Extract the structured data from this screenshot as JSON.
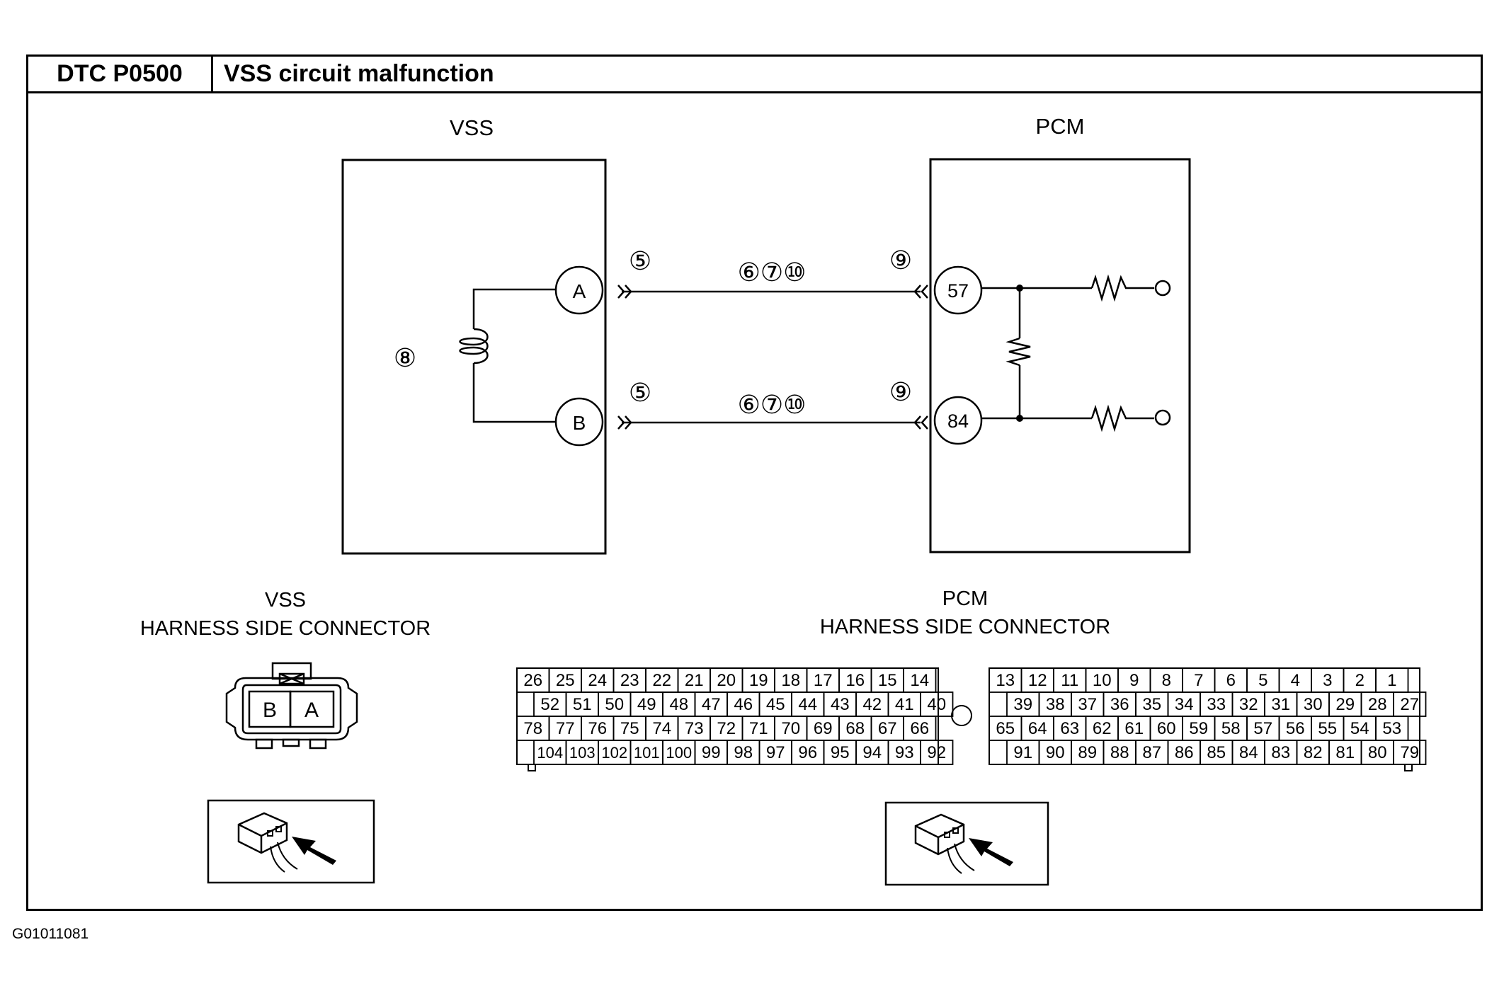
{
  "header": {
    "dtc": "DTC P0500",
    "title": "VSS circuit malfunction"
  },
  "schematic": {
    "vss_title": "VSS",
    "pcm_title": "PCM",
    "coil_ref": "⑧",
    "vss_pins": [
      "A",
      "B"
    ],
    "pcm_pins": [
      "57",
      "84"
    ],
    "wire_refs": {
      "vss_side": "⑤",
      "middle": "⑥⑦⑩",
      "pcm_side": "⑨"
    }
  },
  "vss_connector": {
    "title_line1": "VSS",
    "title_line2": "HARNESS SIDE CONNECTOR",
    "pins": [
      "B",
      "A"
    ]
  },
  "pcm_connector": {
    "title_line1": "PCM",
    "title_line2": "HARNESS SIDE CONNECTOR",
    "rows": [
      {
        "left": [
          "26",
          "25",
          "24",
          "23",
          "22",
          "21",
          "20",
          "19",
          "18",
          "17",
          "16",
          "15",
          "14"
        ],
        "right": [
          "13",
          "12",
          "11",
          "10",
          "9",
          "8",
          "7",
          "6",
          "5",
          "4",
          "3",
          "2",
          "1"
        ]
      },
      {
        "left": [
          "52",
          "51",
          "50",
          "49",
          "48",
          "47",
          "46",
          "45",
          "44",
          "43",
          "42",
          "41",
          "40"
        ],
        "right": [
          "39",
          "38",
          "37",
          "36",
          "35",
          "34",
          "33",
          "32",
          "31",
          "30",
          "29",
          "28",
          "27"
        ]
      },
      {
        "left": [
          "78",
          "77",
          "76",
          "75",
          "74",
          "73",
          "72",
          "71",
          "70",
          "69",
          "68",
          "67",
          "66"
        ],
        "right": [
          "65",
          "64",
          "63",
          "62",
          "61",
          "60",
          "59",
          "58",
          "57",
          "56",
          "55",
          "54",
          "53"
        ]
      },
      {
        "left": [
          "104",
          "103",
          "102",
          "101",
          "100",
          "99",
          "98",
          "97",
          "96",
          "95",
          "94",
          "93",
          "92"
        ],
        "right": [
          "91",
          "90",
          "89",
          "88",
          "87",
          "86",
          "85",
          "84",
          "83",
          "82",
          "81",
          "80",
          "79"
        ]
      }
    ]
  },
  "footer": {
    "code": "G01011081"
  }
}
